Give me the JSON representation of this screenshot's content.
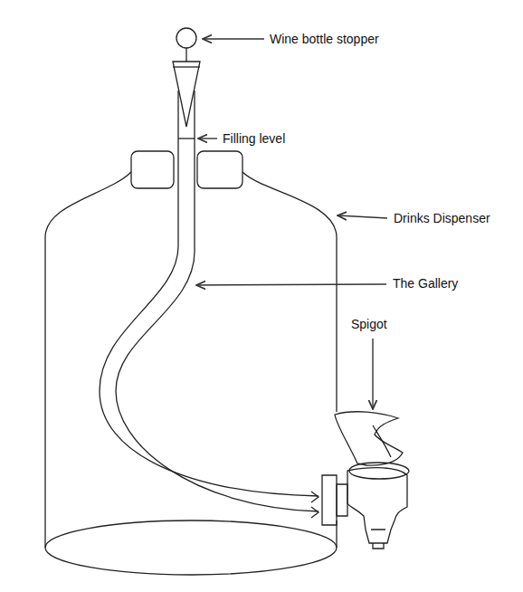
{
  "diagram": {
    "labels": [
      "Wine bottle stopper",
      "Filling level",
      "Drinks Dispenser",
      "The Gallery",
      "Spigot"
    ]
  }
}
